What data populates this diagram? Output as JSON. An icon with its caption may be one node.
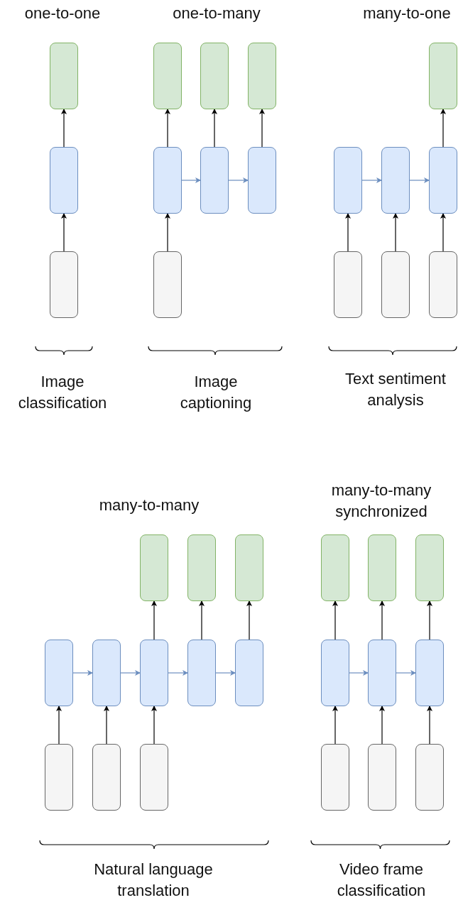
{
  "diagram": {
    "nodes": [
      {
        "text": [],
        "shape": "box"
      },
      {
        "text": [],
        "shape": "box"
      },
      {
        "text": [],
        "shape": "box"
      },
      {
        "text": [],
        "shape": "box"
      },
      {
        "text": [],
        "shape": "box"
      },
      {
        "text": [],
        "shape": "box"
      },
      {
        "text": [],
        "shape": "box"
      },
      {
        "text": [],
        "shape": "box"
      },
      {
        "text": [],
        "shape": "box"
      },
      {
        "text": [],
        "shape": "box"
      },
      {
        "text": [],
        "shape": "box"
      },
      {
        "text": [],
        "shape": "box"
      },
      {
        "text": [],
        "shape": "box"
      },
      {
        "text": [],
        "shape": "box"
      },
      {
        "text": [],
        "shape": "box"
      },
      {
        "text": [],
        "shape": "box"
      },
      {
        "text": [],
        "shape": "box"
      },
      {
        "text": [],
        "shape": "box"
      },
      {
        "text": [],
        "shape": "box"
      },
      {
        "text": [],
        "shape": "box"
      },
      {
        "text": [],
        "shape": "box"
      },
      {
        "text": [],
        "shape": "box"
      },
      {
        "text": [],
        "shape": "box"
      },
      {
        "text": [],
        "shape": "box"
      },
      {
        "text": [],
        "shape": "box"
      },
      {
        "text": [],
        "shape": "box"
      },
      {
        "text": [],
        "shape": "box"
      },
      {
        "text": [],
        "shape": "box"
      },
      {
        "text": [],
        "shape": "box"
      },
      {
        "text": [],
        "shape": "box"
      },
      {
        "text": [],
        "shape": "box"
      },
      {
        "text": [],
        "shape": "box"
      },
      {
        "text": [],
        "shape": "box"
      },
      {
        "text": [],
        "shape": "box"
      },
      {
        "text": [],
        "shape": "box"
      },
      {
        "text": [],
        "shape": "box"
      },
      {
        "text": [],
        "shape": "box"
      }
    ],
    "edges": [
      {
        "from": 2,
        "to": 1,
        "arrow": "to"
      },
      {
        "from": 1,
        "to": 0,
        "arrow": "to"
      },
      {
        "from": 9,
        "to": 6,
        "arrow": "to"
      },
      {
        "from": 6,
        "to": 3,
        "arrow": "to"
      },
      {
        "from": 7,
        "to": 4,
        "arrow": "to"
      },
      {
        "from": 8,
        "to": 5,
        "arrow": "to"
      },
      {
        "from": 6,
        "to": 7,
        "arrow": "to",
        "color": "#6c8ebf"
      },
      {
        "from": 7,
        "to": 8,
        "arrow": "to",
        "color": "#6c8ebf"
      },
      {
        "from": 14,
        "to": 11,
        "arrow": "to"
      },
      {
        "from": 15,
        "to": 12,
        "arrow": "to"
      },
      {
        "from": 16,
        "to": 13,
        "arrow": "to"
      },
      {
        "from": 13,
        "to": 10,
        "arrow": "to"
      },
      {
        "from": 11,
        "to": 12,
        "arrow": "to",
        "color": "#6c8ebf"
      },
      {
        "from": 12,
        "to": 13,
        "arrow": "to",
        "color": "#6c8ebf"
      },
      {
        "from": 25,
        "to": 20,
        "arrow": "to"
      },
      {
        "from": 26,
        "to": 21,
        "arrow": "to"
      },
      {
        "from": 27,
        "to": 22,
        "arrow": "to"
      },
      {
        "from": 22,
        "to": 17,
        "arrow": "to"
      },
      {
        "from": 23,
        "to": 18,
        "arrow": "to"
      },
      {
        "from": 24,
        "to": 19,
        "arrow": "to"
      },
      {
        "from": 20,
        "to": 21,
        "arrow": "to",
        "color": "#6c8ebf"
      },
      {
        "from": 21,
        "to": 22,
        "arrow": "to",
        "color": "#6c8ebf"
      },
      {
        "from": 22,
        "to": 23,
        "arrow": "to",
        "color": "#6c8ebf"
      },
      {
        "from": 23,
        "to": 24,
        "arrow": "to",
        "color": "#6c8ebf"
      },
      {
        "from": 34,
        "to": 31,
        "arrow": "to"
      },
      {
        "from": 35,
        "to": 32,
        "arrow": "to"
      },
      {
        "from": 36,
        "to": 33,
        "arrow": "to"
      },
      {
        "from": 31,
        "to": 28,
        "arrow": "to"
      },
      {
        "from": 32,
        "to": 29,
        "arrow": "to"
      },
      {
        "from": 33,
        "to": 30,
        "arrow": "to"
      },
      {
        "from": 31,
        "to": 32,
        "arrow": "to",
        "color": "#6c8ebf"
      },
      {
        "from": 32,
        "to": 33,
        "arrow": "to",
        "color": "#6c8ebf"
      }
    ],
    "labels": [
      "one-to-one",
      "one-to-many",
      "many-to-one",
      "Image classification",
      "Image captioning",
      "Text sentiment analysis",
      "many-to-many",
      "many-to-many synchronized",
      "Natural language translation",
      "Video frame classification"
    ]
  }
}
